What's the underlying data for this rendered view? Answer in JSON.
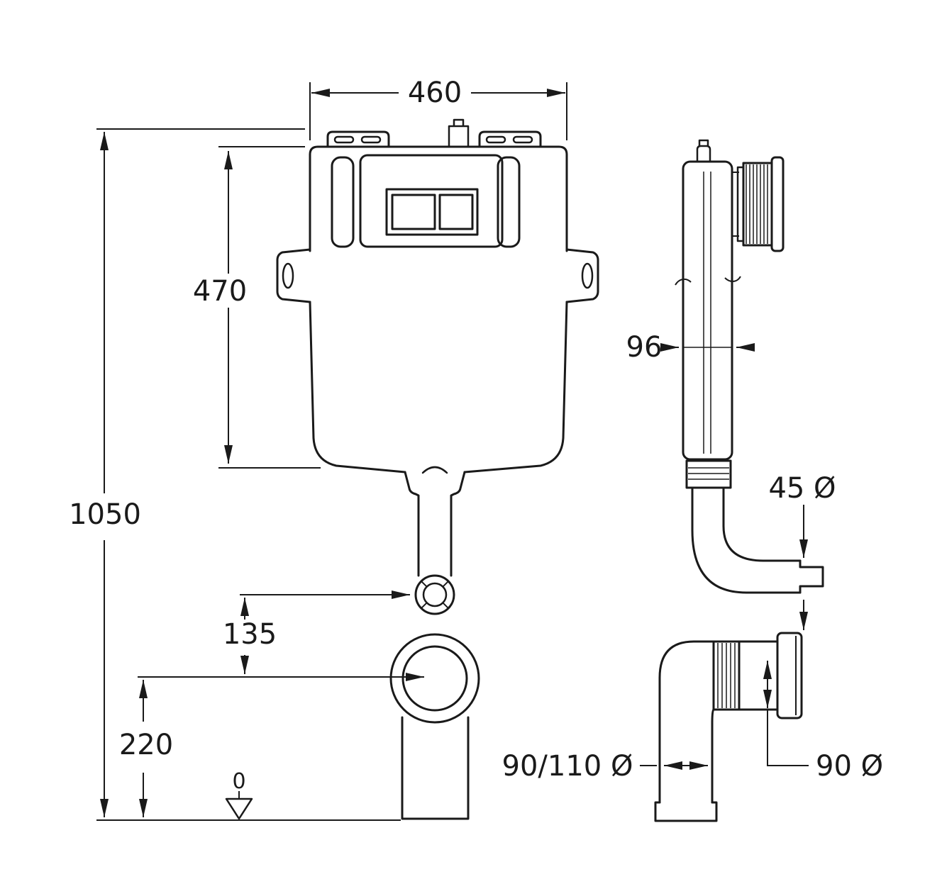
{
  "drawing": {
    "front_view": {
      "width": "460",
      "tank_height": "470",
      "overall_height": "1050",
      "valve_to_outlet": "135",
      "outlet_center_height": "220",
      "datum_level": "0"
    },
    "side_view": {
      "depth": "96",
      "inlet_pipe_diameter": "45 Ø",
      "elbow_pipe_diameter": "90/110 Ø",
      "outlet_socket_diameter": "90 Ø"
    }
  }
}
